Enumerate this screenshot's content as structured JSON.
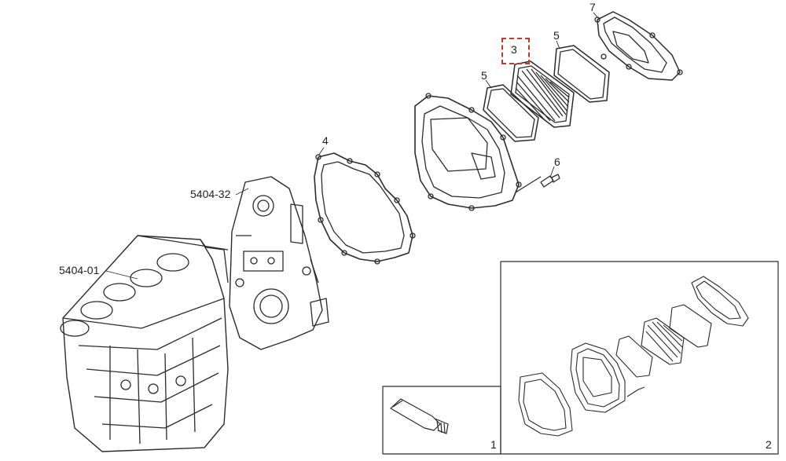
{
  "labels": {
    "block": "5404-01",
    "front_cover": "5404-32",
    "gasket_4": "4",
    "bolt_6": "6",
    "gasket_5_lower": "5",
    "filter_3": "3",
    "gasket_5_upper": "5",
    "cover_7": "7",
    "kit_1": "1",
    "kit_2": "2"
  },
  "colors": {
    "line": "#2b2b2b",
    "highlight": "#c0392b",
    "background": "#ffffff"
  },
  "highlighted_part": "3"
}
